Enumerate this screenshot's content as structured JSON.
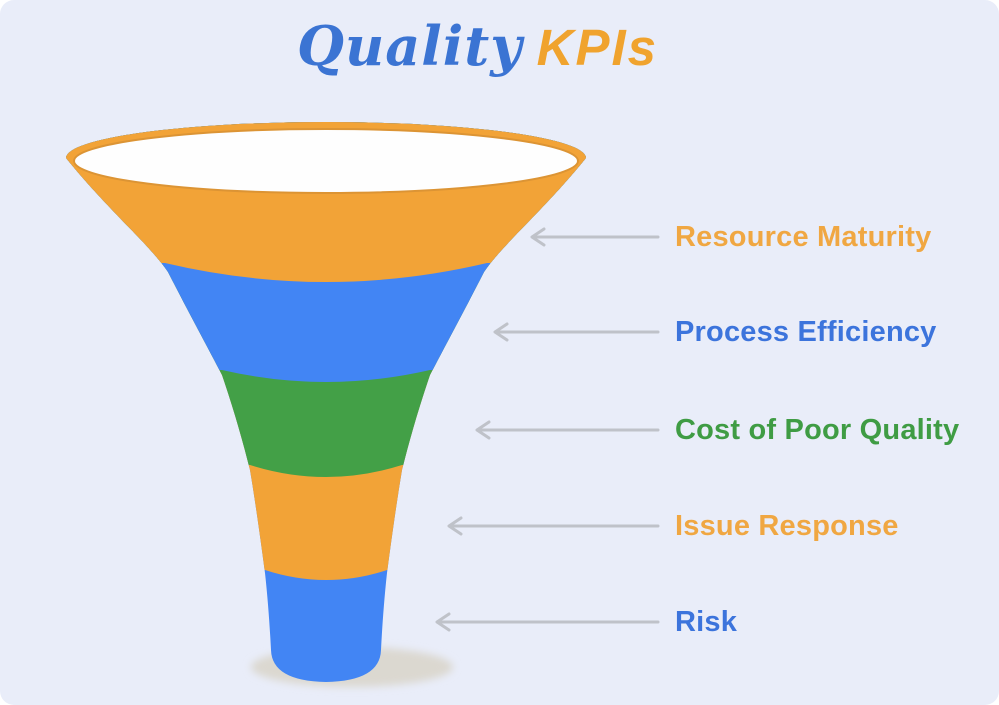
{
  "title": {
    "word1": "Quality",
    "word2": "KPIs",
    "word1_color": "#3b74d3",
    "word2_color": "#f0a32e"
  },
  "background_color": "#e9edf9",
  "arrow": {
    "color": "#bfc2c9"
  },
  "funnel": {
    "top_fill": "#fefefe",
    "rim_stroke": "#dc9434",
    "shadow_color": "#dbd8d0"
  },
  "kpis": [
    {
      "label": "Resource Maturity",
      "fill": "#f2a337",
      "text_color": "#f0a742"
    },
    {
      "label": "Process Efficiency",
      "fill": "#4285f4",
      "text_color": "#3c74dc"
    },
    {
      "label": "Cost of Poor Quality",
      "fill": "#43a047",
      "text_color": "#3f9c44"
    },
    {
      "label": "Issue Response",
      "fill": "#f2a337",
      "text_color": "#f0a742"
    },
    {
      "label": "Risk",
      "fill": "#4285f4",
      "text_color": "#3c74dc"
    }
  ]
}
